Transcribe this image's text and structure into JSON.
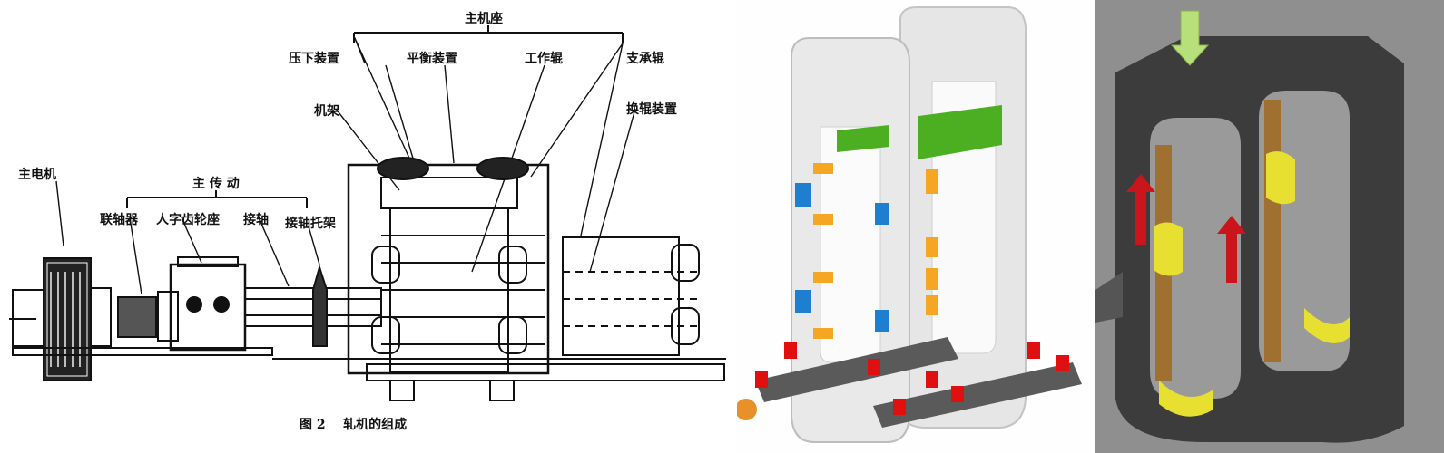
{
  "panel1": {
    "labels": {
      "main_stand": "主机座",
      "screwdown": "压下装置",
      "balance": "平衡装置",
      "work_roll": "工作辊",
      "backup_roll": "支承辊",
      "housing": "机架",
      "roll_change": "换辊装置",
      "main_motor": "主电机",
      "main_drive": "主 传 动",
      "coupling": "联轴器",
      "pinion_stand": "人字齿轮座",
      "spindle": "接轴",
      "spindle_carrier": "接轴托架"
    },
    "caption": "图 2    轧机的组成"
  },
  "panel2": {
    "colors": {
      "frame": "#e6e6e6",
      "green": "#4caf22",
      "orange": "#f5a623",
      "blue": "#1e7fd0",
      "red": "#e01010",
      "base": "#5a5a5a"
    }
  },
  "panel3": {
    "colors": {
      "body": "#3c3c3c",
      "rod": "#a07030",
      "yellow": "#e8e030",
      "arrow_red": "#c8161c",
      "arrow_green": "#b8e07a"
    }
  }
}
